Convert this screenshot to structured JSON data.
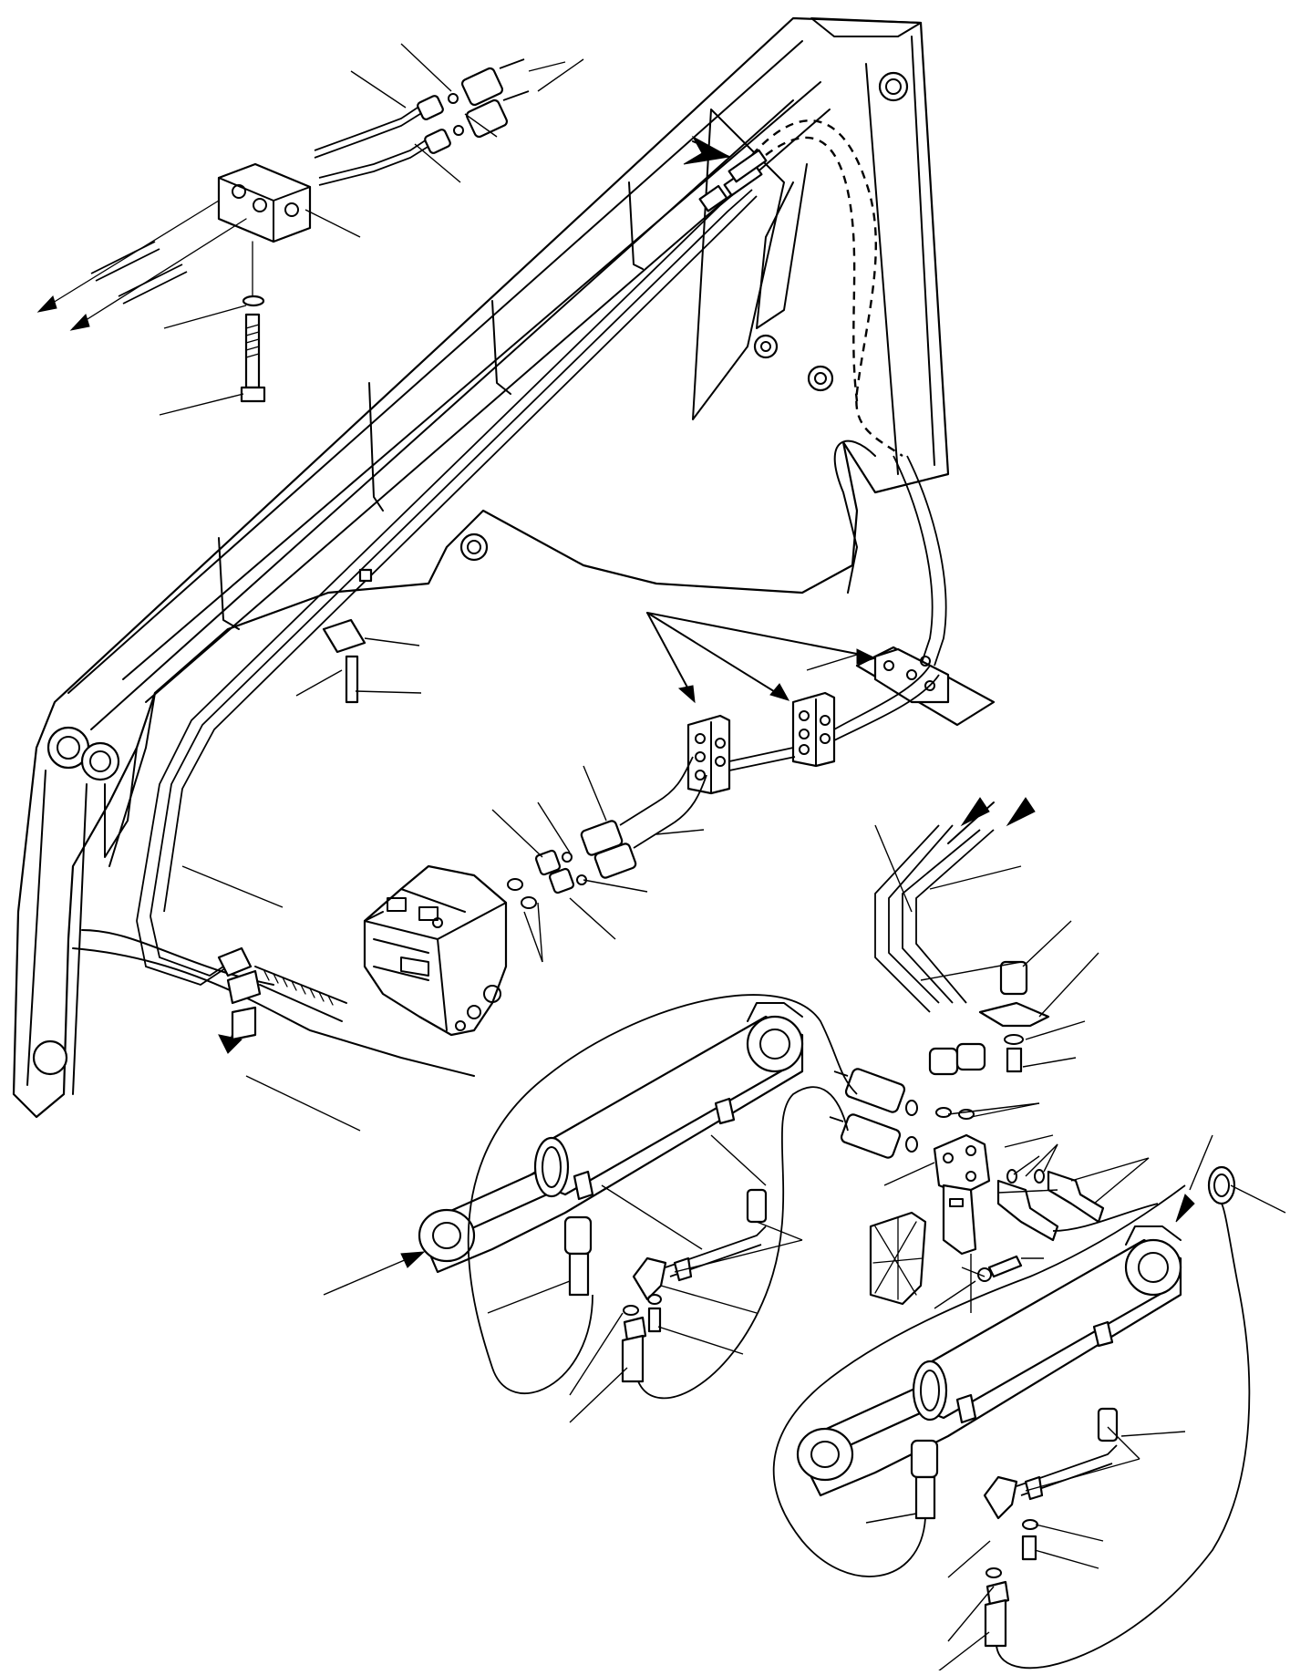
{
  "diagram": {
    "kind": "exploded parts diagram",
    "components": [
      "loader-arm-frame",
      "tube-clamp-block",
      "control-valve",
      "hydraulic-cylinder-left",
      "hydraulic-cylinder-right",
      "hydraulic-tee-fitting",
      "hydraulic-hoses",
      "hydraulic-tubes",
      "mounting-bracket-plate",
      "flow-direction-arrows"
    ],
    "colors": {
      "line": "#000000",
      "background": "#ffffff"
    }
  }
}
